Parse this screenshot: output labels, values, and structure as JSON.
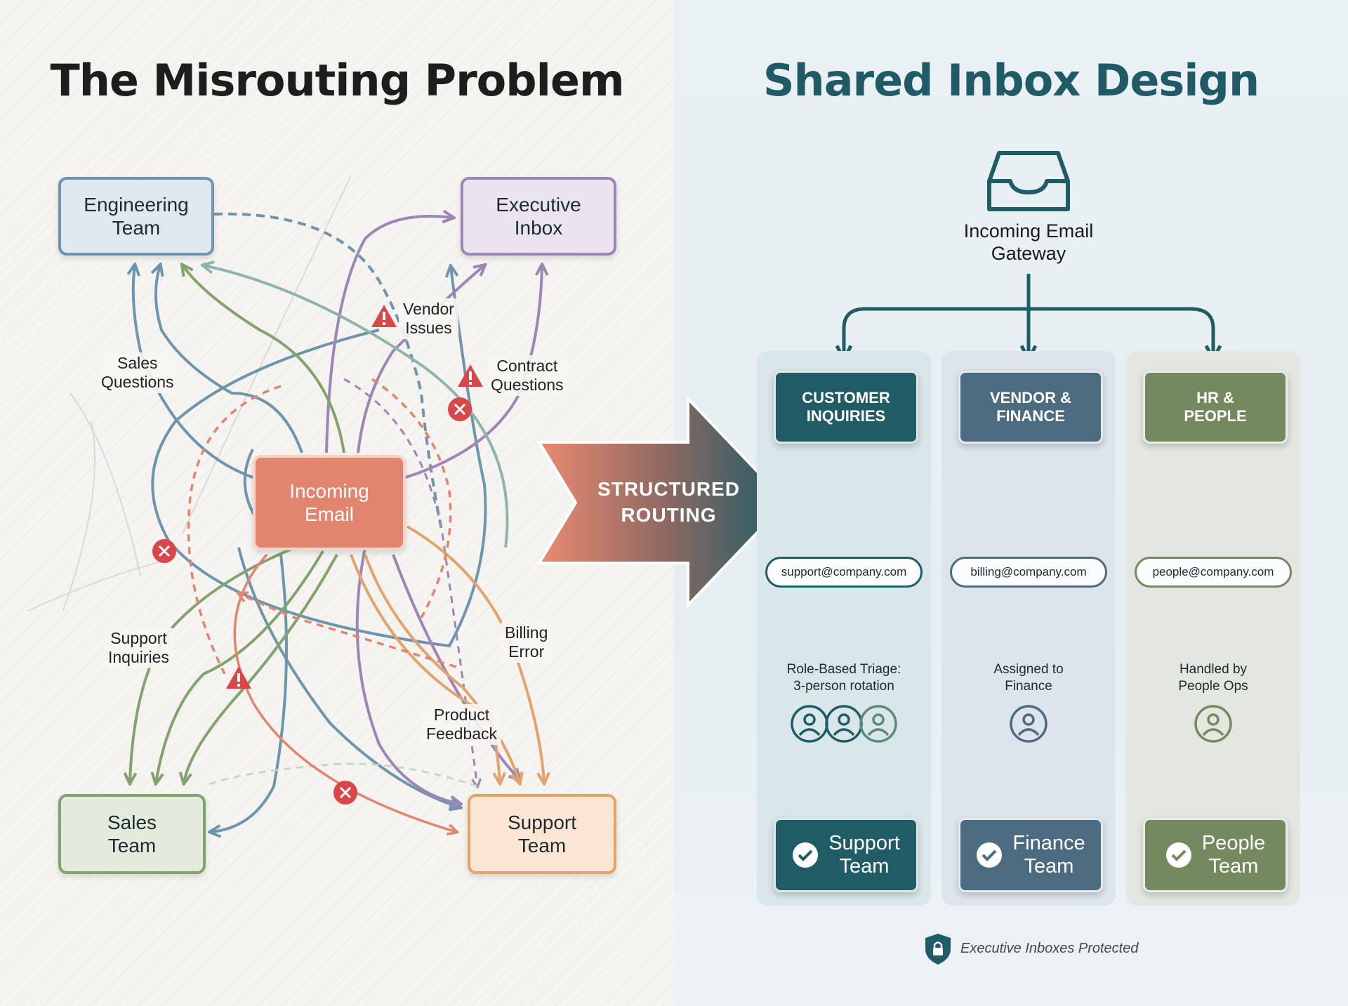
{
  "left": {
    "title": "The Misrouting Problem",
    "nodes": {
      "engineering": "Engineering\nTeam",
      "executive": "Executive\nInbox",
      "incoming": "Incoming\nEmail",
      "sales": "Sales\nTeam",
      "support": "Support\nTeam"
    },
    "labels": {
      "sales_questions": "Sales\nQuestions",
      "vendor_issues": "Vendor\nIssues",
      "contract_questions": "Contract\nQuestions",
      "support_inquiries": "Support\nInquiries",
      "billing_error": "Billing\nError",
      "product_feedback": "Product\nFeedback"
    }
  },
  "transition": {
    "label": "STRUCTURED\nROUTING"
  },
  "right": {
    "title": "Shared Inbox Design",
    "gateway": {
      "label": "Incoming Email\nGateway",
      "icon": "inbox-tray-icon"
    },
    "columns": [
      {
        "header": "CUSTOMER\nINQUIRIES",
        "email": "support@company.com",
        "step": "Role-Based Triage:\n3-person rotation",
        "team": "Support\nTeam",
        "color": "#1f5c66",
        "bg": "#d9e6ea"
      },
      {
        "header": "VENDOR &\nFINANCE",
        "email": "billing@company.com",
        "step": "Assigned to\nFinance",
        "team": "Finance\nTeam",
        "color": "#4d6b80",
        "bg": "#dee4ec"
      },
      {
        "header": "HR &\nPEOPLE",
        "email": "people@company.com",
        "step": "Handled by\nPeople Ops",
        "team": "People\nTeam",
        "color": "#75895f",
        "bg": "#e3e7df"
      }
    ],
    "footer": {
      "label": "Executive Inboxes Protected",
      "icon": "shield-lock-icon"
    }
  },
  "colors": {
    "teal": "#1f5c66",
    "slate": "#4d6b80",
    "olive": "#75895f",
    "incoming": "#e2856f",
    "engineering": "#6f95ad",
    "executive": "#9b86b6",
    "sales": "#82a36d",
    "support": "#e0a46c"
  }
}
